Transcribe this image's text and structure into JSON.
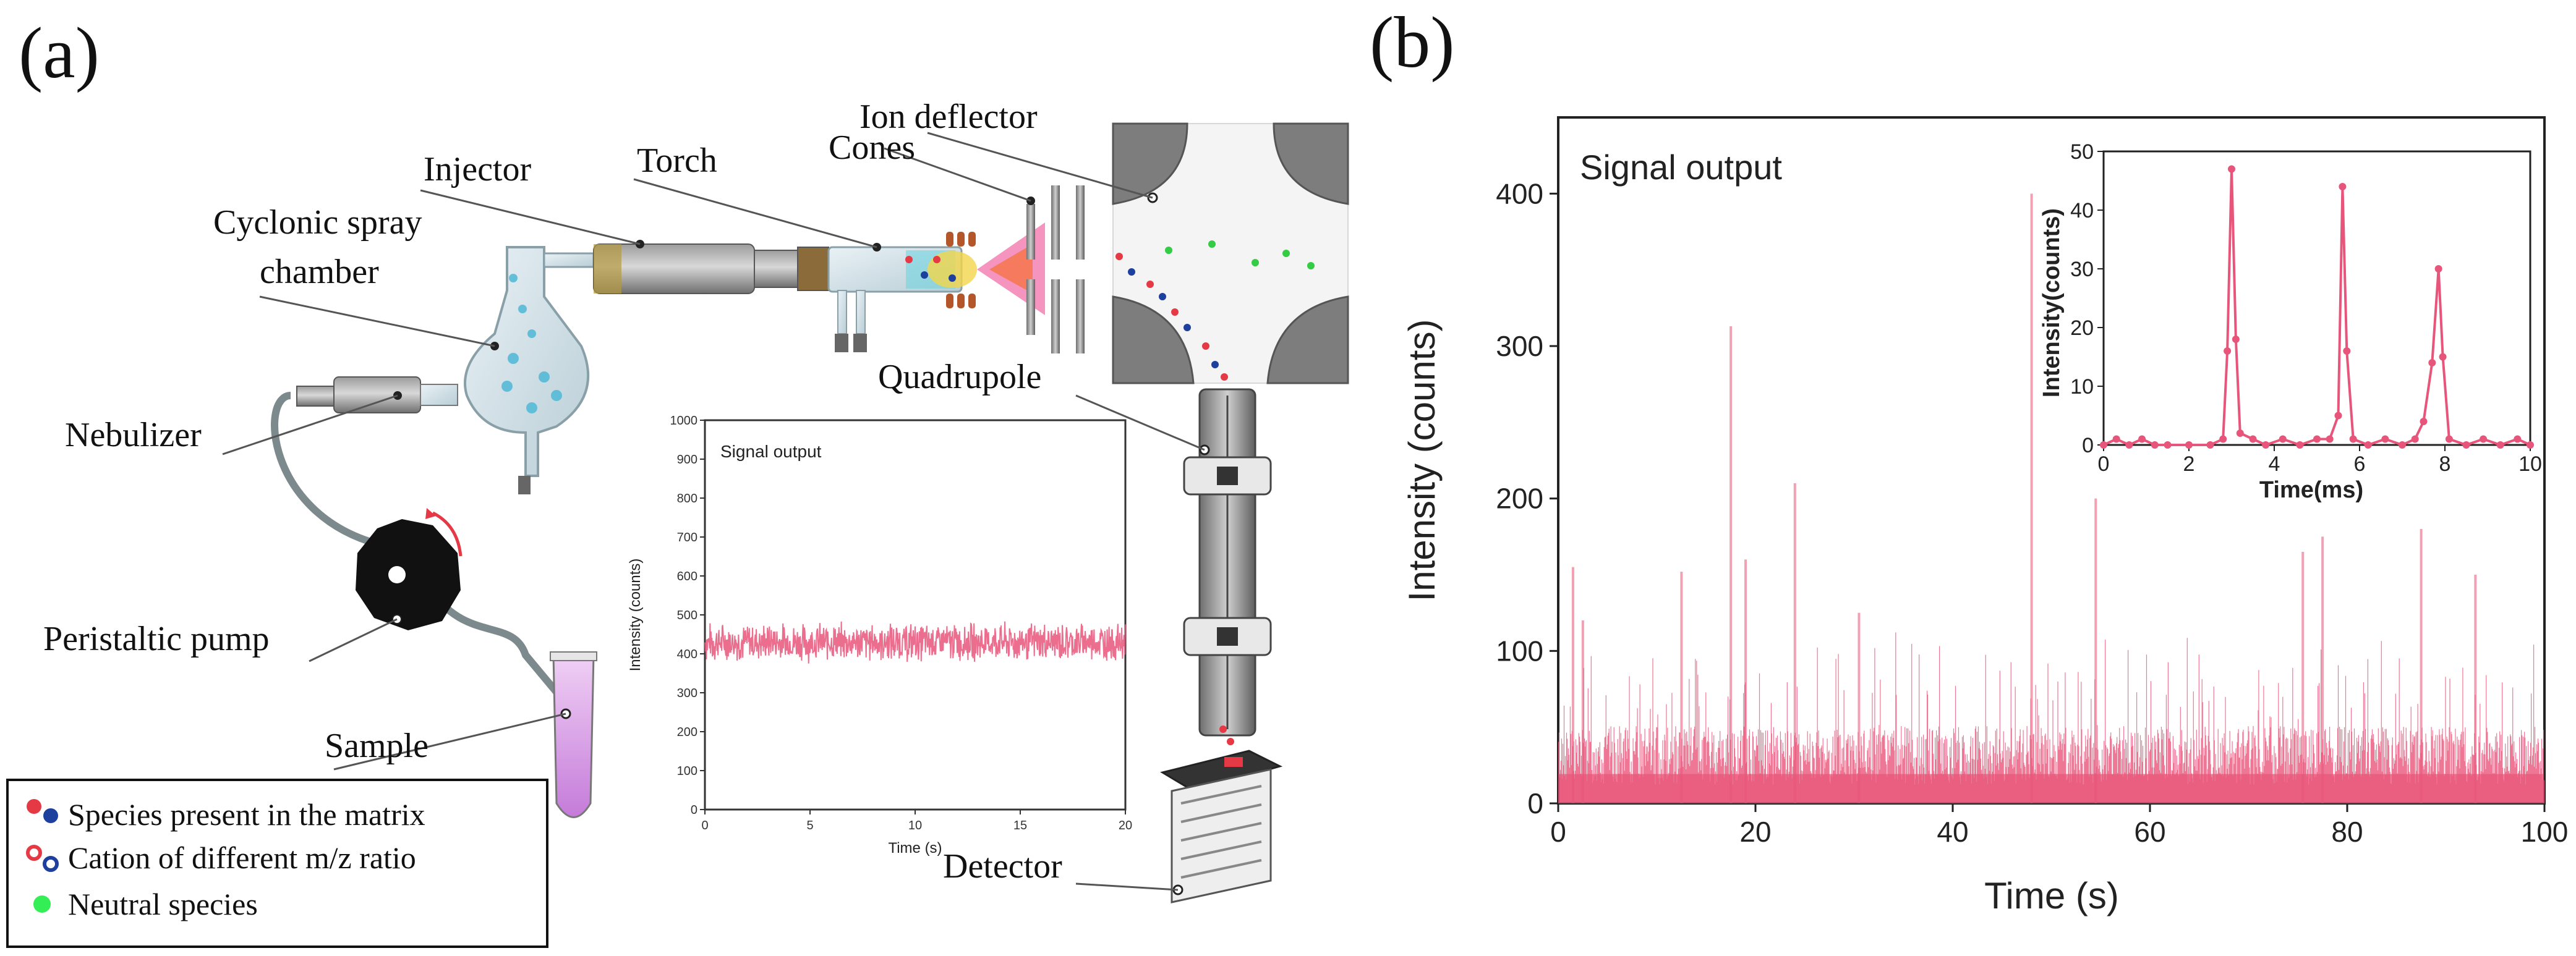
{
  "panel_a": {
    "label": "(a)",
    "components": {
      "injector": "Injector",
      "torch": "Torch",
      "cones": "Cones",
      "ion_deflector": "Ion deflector",
      "cyclonic_line1": "Cyclonic spray",
      "cyclonic_line2": "chamber",
      "nebulizer": "Nebulizer",
      "pump": "Peristaltic pump",
      "sample": "Sample",
      "quadrupole": "Quadrupole",
      "detector": "Detector"
    },
    "legend": [
      {
        "label": "Species present in the matrix"
      },
      {
        "label": "Cation of different m/z ratio"
      },
      {
        "label": "Neutral species"
      }
    ],
    "inset_chart": {
      "title": "Signal output",
      "xlabel": "Time (s)",
      "ylabel": "Intensity (counts)",
      "xticks": [
        "0",
        "5",
        "10",
        "15",
        "20"
      ],
      "yticks": [
        "0",
        "100",
        "200",
        "300",
        "400",
        "500",
        "600",
        "700",
        "800",
        "900",
        "1000"
      ],
      "band_center": 430,
      "band_halfwidth": 40,
      "xlim": [
        0,
        20
      ],
      "ylim": [
        0,
        1000
      ],
      "color": "#e8557a"
    }
  },
  "panel_b": {
    "label": "(b)",
    "chart_data": [
      {
        "type": "bar",
        "title": "Signal output",
        "xlabel": "Time (s)",
        "ylabel": "Intensity (counts)",
        "xlim": [
          0,
          100
        ],
        "ylim": [
          0,
          450
        ],
        "xticks": [
          "0",
          "20",
          "40",
          "60",
          "80",
          "100"
        ],
        "yticks": [
          "0",
          "100",
          "200",
          "300",
          "400"
        ],
        "baseline_level": 35,
        "color": "#e8557a",
        "spikes": [
          {
            "x": 1.5,
            "y": 155
          },
          {
            "x": 2.5,
            "y": 120
          },
          {
            "x": 12.5,
            "y": 152
          },
          {
            "x": 17.5,
            "y": 313
          },
          {
            "x": 19.0,
            "y": 160
          },
          {
            "x": 24.0,
            "y": 210
          },
          {
            "x": 30.5,
            "y": 125
          },
          {
            "x": 48.0,
            "y": 400
          },
          {
            "x": 54.5,
            "y": 200
          },
          {
            "x": 75.5,
            "y": 165
          },
          {
            "x": 77.5,
            "y": 175
          },
          {
            "x": 87.5,
            "y": 180
          },
          {
            "x": 93.0,
            "y": 150
          }
        ]
      },
      {
        "type": "line",
        "xlabel": "Time(ms)",
        "ylabel": "Intensity(counts)",
        "xlim": [
          0,
          10
        ],
        "ylim": [
          0,
          50
        ],
        "xticks": [
          "0",
          "2",
          "4",
          "6",
          "8",
          "10"
        ],
        "yticks": [
          "0",
          "10",
          "20",
          "30",
          "40",
          "50"
        ],
        "color": "#e8557a",
        "points": [
          [
            0.0,
            0
          ],
          [
            0.3,
            1
          ],
          [
            0.6,
            0
          ],
          [
            0.9,
            1
          ],
          [
            1.2,
            0
          ],
          [
            1.5,
            0
          ],
          [
            2.0,
            0
          ],
          [
            2.5,
            0
          ],
          [
            2.8,
            1
          ],
          [
            2.9,
            16
          ],
          [
            3.0,
            47
          ],
          [
            3.1,
            18
          ],
          [
            3.2,
            2
          ],
          [
            3.5,
            1
          ],
          [
            3.8,
            0
          ],
          [
            4.2,
            1
          ],
          [
            4.6,
            0
          ],
          [
            5.0,
            1
          ],
          [
            5.3,
            1
          ],
          [
            5.5,
            5
          ],
          [
            5.6,
            44
          ],
          [
            5.7,
            16
          ],
          [
            5.85,
            1
          ],
          [
            6.2,
            0
          ],
          [
            6.6,
            1
          ],
          [
            7.0,
            0
          ],
          [
            7.3,
            1
          ],
          [
            7.5,
            4
          ],
          [
            7.7,
            14
          ],
          [
            7.85,
            30
          ],
          [
            7.95,
            15
          ],
          [
            8.1,
            1
          ],
          [
            8.5,
            0
          ],
          [
            8.9,
            1
          ],
          [
            9.3,
            0
          ],
          [
            9.7,
            1
          ],
          [
            10.0,
            0
          ]
        ]
      }
    ]
  }
}
